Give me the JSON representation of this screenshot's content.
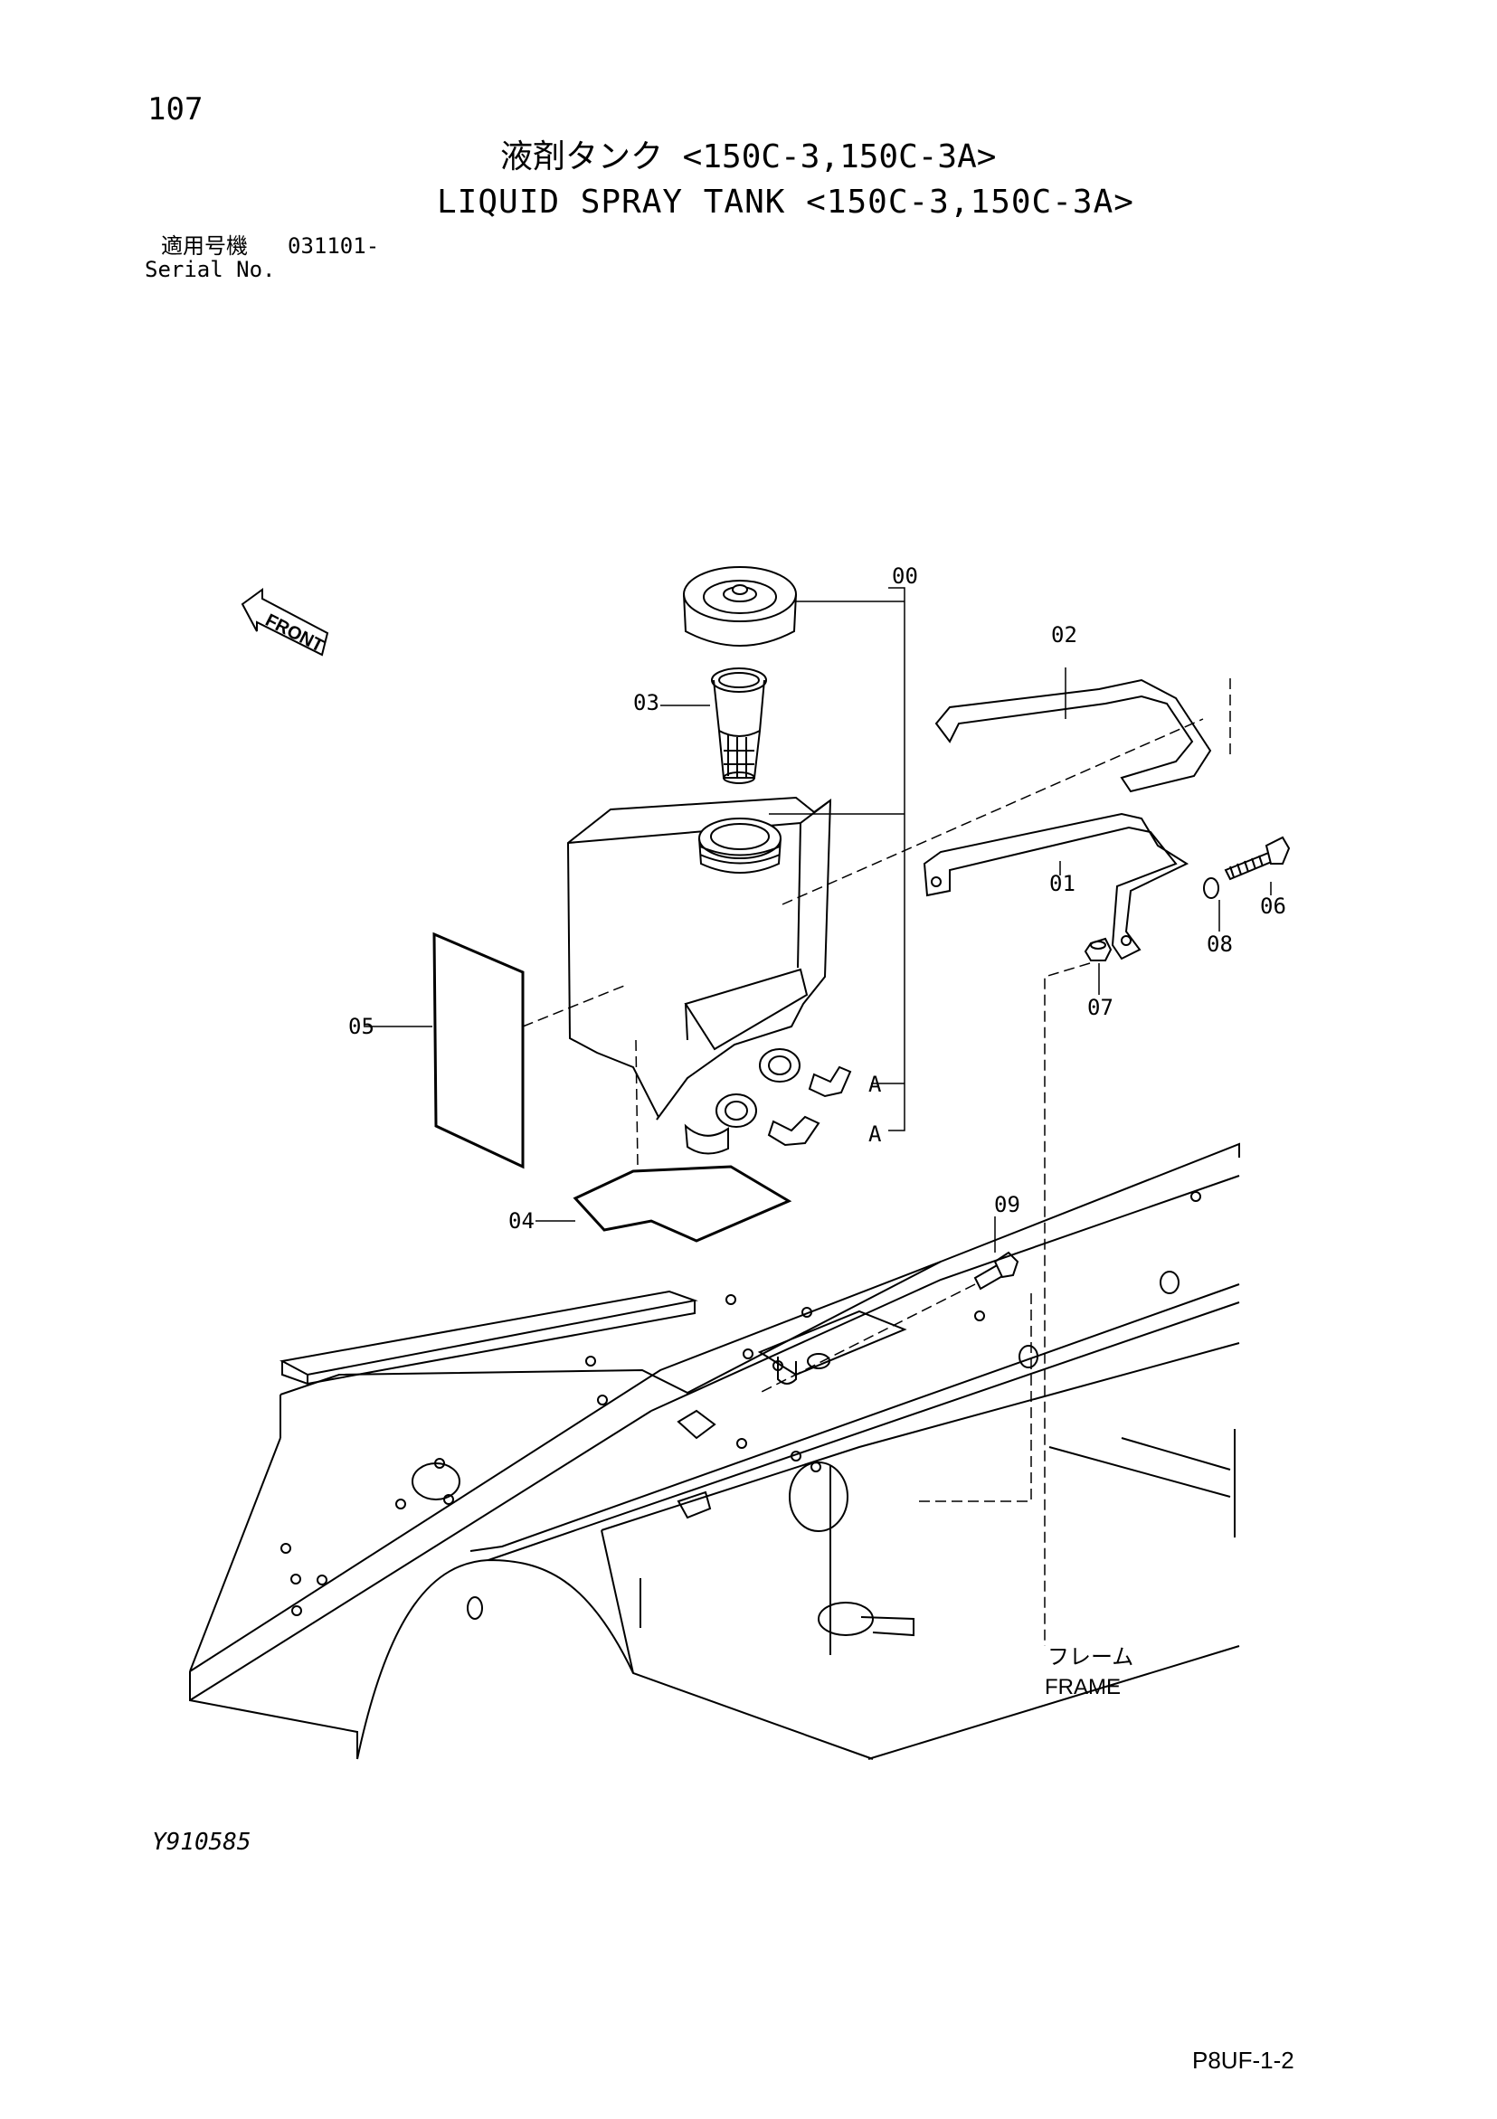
{
  "page_number": "107",
  "title_jp": "液剤タンク <150C-3,150C-3A>",
  "title_en": "LIQUID SPRAY TANK <150C-3,150C-3A>",
  "serial": {
    "label_jp": "適用号機",
    "label_en": "Serial No.",
    "value": "031101-"
  },
  "front_label": "FRONT",
  "callouts": [
    "00",
    "01",
    "02",
    "03",
    "04",
    "05",
    "06",
    "07",
    "08",
    "09"
  ],
  "connector_labels": [
    "A",
    "A"
  ],
  "frame": {
    "label_jp": "フレーム",
    "label_en": "FRAME"
  },
  "figure_id": "Y910585",
  "page_code": "P8UF-1-2"
}
